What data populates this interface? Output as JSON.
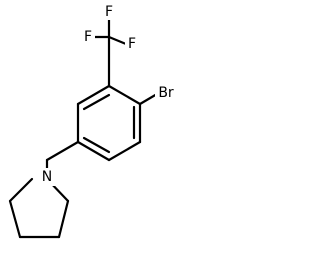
{
  "molecule": {
    "atoms": {
      "F_top": "F",
      "F_left": "F",
      "F_right": "F",
      "Br": "Br",
      "N": "N"
    }
  }
}
